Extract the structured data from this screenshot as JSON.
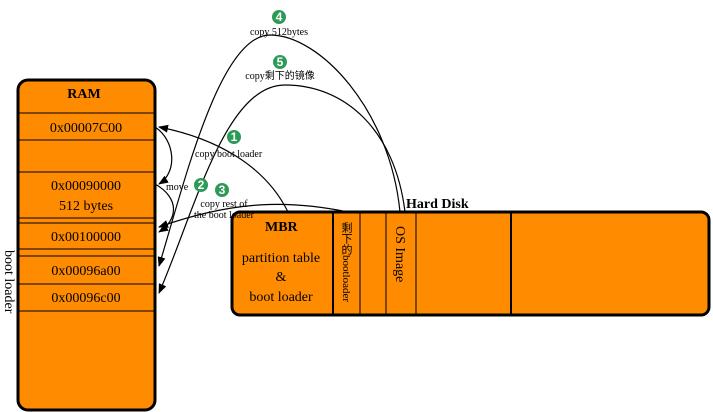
{
  "ram": {
    "title": "RAM",
    "cells": [
      {
        "text": "0x00007C00"
      },
      {
        "text": ""
      },
      {
        "text": "0x00090000",
        "sub": "512 bytes"
      },
      {
        "text": "0x00100000"
      },
      {
        "text": "0x00096a00"
      },
      {
        "text": "0x00096c00"
      }
    ]
  },
  "side_label": "boot loader",
  "disk": {
    "title": "Hard Disk",
    "mbr_title": "MBR",
    "mbr_line1": "partition table",
    "mbr_line2": "&",
    "mbr_line3": "boot loader",
    "seg_rest_bootloader": "剩下的bootloader",
    "seg_os_image": "OS Image"
  },
  "steps": [
    {
      "num": "1",
      "label": "copy boot loader"
    },
    {
      "num": "2",
      "label": "move"
    },
    {
      "num": "3",
      "label_line1": "copy rest of",
      "label_line2": "the boot loader"
    },
    {
      "num": "4",
      "label": "copy 512bytes"
    },
    {
      "num": "5",
      "label": "copy剩下的镜像"
    }
  ],
  "colors": {
    "fill": "#ff8c00",
    "marker": "#2e9a58",
    "stroke": "#000000"
  }
}
